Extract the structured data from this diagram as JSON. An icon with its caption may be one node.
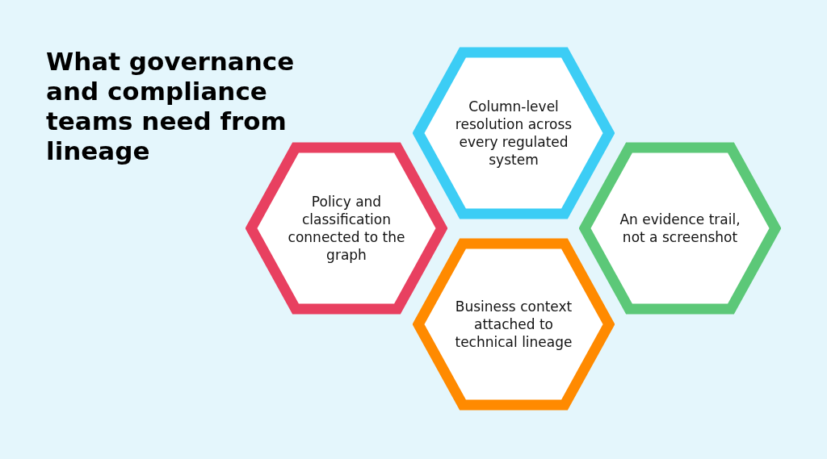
{
  "diagram": {
    "title": "What governance and compliance teams need from lineage",
    "nodes": [
      {
        "text": [
          "Column-level resolution across every regulated system"
        ]
      },
      {
        "text": [
          "Policy and classification connected to the graph"
        ]
      },
      {
        "text": [
          "An evidence trail, not a screenshot"
        ]
      },
      {
        "text": [
          "Business context attached to technical lineage"
        ]
      }
    ]
  }
}
